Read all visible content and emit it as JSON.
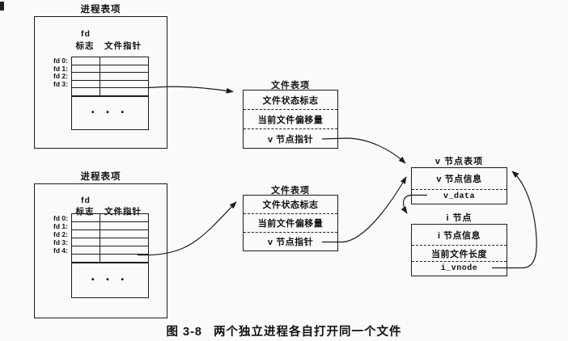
{
  "figure": {
    "label": "图 3-8",
    "caption": "两个独立进程各自打开同一个文件"
  },
  "process_table_1": {
    "title": "进程表项",
    "fd_header": "fd",
    "col_flags": "标志",
    "col_pointer": "文件指针",
    "fd_labels": [
      "fd 0:",
      "fd 1:",
      "fd 2:",
      "fd 3:"
    ],
    "ellipsis": "• • •"
  },
  "process_table_2": {
    "title": "进程表项",
    "fd_header": "fd",
    "col_flags": "标志",
    "col_pointer": "文件指针",
    "fd_labels": [
      "fd 0:",
      "fd 1:",
      "fd 2:",
      "fd 3:",
      "fd 4:"
    ],
    "ellipsis": "• • •"
  },
  "file_table_1": {
    "title": "文件表项",
    "rows": [
      "文件状态标志",
      "当前文件偏移量",
      "v 节点指针"
    ]
  },
  "file_table_2": {
    "title": "文件表项",
    "rows": [
      "文件状态标志",
      "当前文件偏移量",
      "v 节点指针"
    ]
  },
  "vnode_table": {
    "title": "v 节点表项",
    "rows": [
      "v 节点信息",
      "v_data"
    ]
  },
  "inode": {
    "title": "i 节点",
    "rows": [
      "i 节点信息",
      "当前文件长度",
      "i_vnode"
    ]
  },
  "colors": {
    "line": "#1c1c1c",
    "background": "#fafaf8",
    "text": "#111111"
  }
}
